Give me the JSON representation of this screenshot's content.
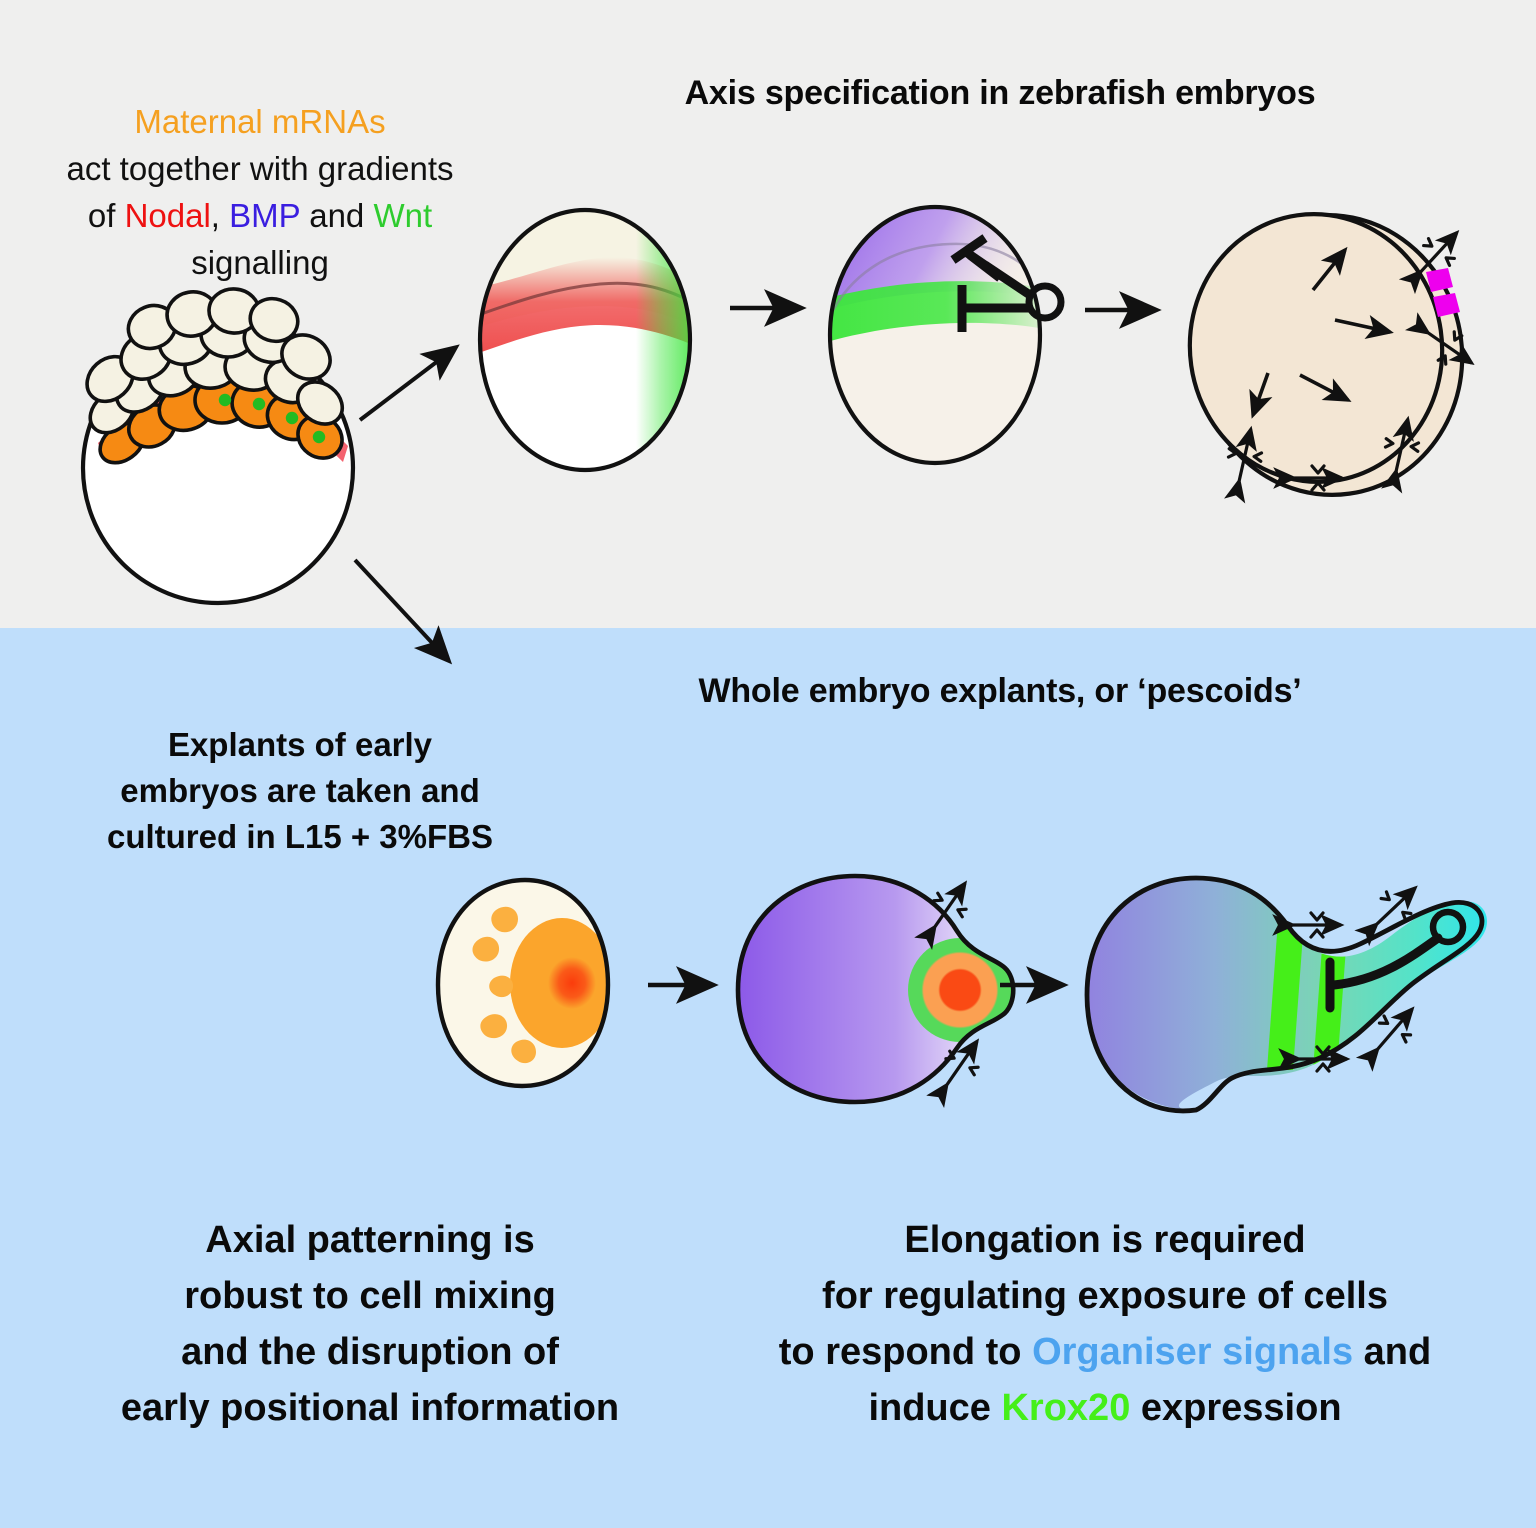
{
  "panels": {
    "top": {
      "bg_color": "#efefee",
      "title": "Axis specification in zebrafish embryos",
      "caption_lines": [
        {
          "segments": [
            {
              "text": "Maternal mRNAs",
              "color": "#f5a020"
            }
          ]
        },
        {
          "segments": [
            {
              "text": "act together with gradients",
              "color": "#111111"
            }
          ]
        },
        {
          "segments": [
            {
              "text": "of ",
              "color": "#111111"
            },
            {
              "text": "Nodal",
              "color": "#ee1111"
            },
            {
              "text": ", ",
              "color": "#111111"
            },
            {
              "text": "BMP",
              "color": "#3a1ee0"
            },
            {
              "text": " and ",
              "color": "#111111"
            },
            {
              "text": "Wnt",
              "color": "#2ecc2e"
            }
          ]
        },
        {
          "segments": [
            {
              "text": "signalling",
              "color": "#111111"
            }
          ]
        }
      ]
    },
    "bottom": {
      "bg_color": "#bfdefb",
      "title": "Whole embryo explants, or ‘pescoids’",
      "culture_caption": "Explants of early\nembryos are taken and\ncultured in L15 + 3%FBS",
      "conclusion_left": "Axial patterning is\nrobust to cell mixing\nand the disruption of\nearly positional information",
      "conclusion_right_lines": [
        {
          "segments": [
            {
              "text": "Elongation is required",
              "color": "#0a0a0a"
            }
          ]
        },
        {
          "segments": [
            {
              "text": "for regulating exposure of cells",
              "color": "#0a0a0a"
            }
          ]
        },
        {
          "segments": [
            {
              "text": "to respond to ",
              "color": "#0a0a0a"
            },
            {
              "text": "Organiser signals",
              "color": "#4da3ef"
            },
            {
              "text": " and",
              "color": "#0a0a0a"
            }
          ]
        },
        {
          "segments": [
            {
              "text": "induce ",
              "color": "#0a0a0a"
            },
            {
              "text": "Krox20",
              "color": "#45ef19"
            },
            {
              "text": " expression",
              "color": "#0a0a0a"
            }
          ]
        }
      ]
    }
  },
  "diagram": {
    "blastula": {
      "label": "blastula-embryo",
      "yolk_color": "#ffffff",
      "outer_cell_color": "#f5f2e3",
      "marginal_cell_color": "#f68a13",
      "nucleus_dot_color": "#22bb22",
      "red_arc_color": "#f4626f",
      "stroke": "#111111"
    },
    "embryo_gradients": {
      "label": "gradient-embryo",
      "animal_pole_color": "#f6f3e3",
      "nodal_band_color": "#ee4444",
      "wnt_band_color": "#3ee63e",
      "vegetal_color": "#ffffff"
    },
    "embryo_bmp_wnt": {
      "label": "bmp-wnt-embryo",
      "bmp_color": "#8a56e8",
      "wnt_color": "#3ee63e",
      "vegetal_color": "#f6f1e9",
      "organiser_symbol": "O",
      "inhibition_arrows": 2
    },
    "embryo_gastrula": {
      "label": "gastrulating-embryo",
      "body_color": "#f3e6d4",
      "stripe_color": "#ee00ee",
      "stripe_count": 2,
      "internal_arrow_count": 4,
      "ce_symbol_count": 4
    },
    "pescoid_early": {
      "label": "pescoid-early-explant",
      "body_color": "#fbf7e8",
      "organiser_color": "#fba52c",
      "core_color": "#fa4a14",
      "scattered_blob_count": 5
    },
    "pescoid_mid": {
      "label": "pescoid-polarised",
      "purple_color": "#8a56e8",
      "ring_green": "#56d95a",
      "ring_orange": "#fba052",
      "ring_core": "#fa4a14",
      "ce_symbol_count": 2
    },
    "pescoid_elongated": {
      "label": "pescoid-elongated",
      "head_color": "#8e79e2",
      "tail_color": "#29e6f2",
      "krox20_stripe_color": "#45ef19",
      "krox20_stripe_count": 2,
      "organiser_symbol": "O",
      "ce_symbol_count": 4
    },
    "arrows": [
      {
        "name": "arrow-blastula-to-gradients",
        "direction": "up-right"
      },
      {
        "name": "arrow-blastula-to-pescoid",
        "direction": "down-right"
      },
      {
        "name": "arrow-gradients-to-bmpwnt",
        "direction": "right"
      },
      {
        "name": "arrow-bmpwnt-to-gastrula",
        "direction": "right"
      },
      {
        "name": "arrow-pescoid1-to-pescoid2",
        "direction": "right"
      },
      {
        "name": "arrow-pescoid2-to-pescoid3",
        "direction": "right"
      }
    ]
  }
}
